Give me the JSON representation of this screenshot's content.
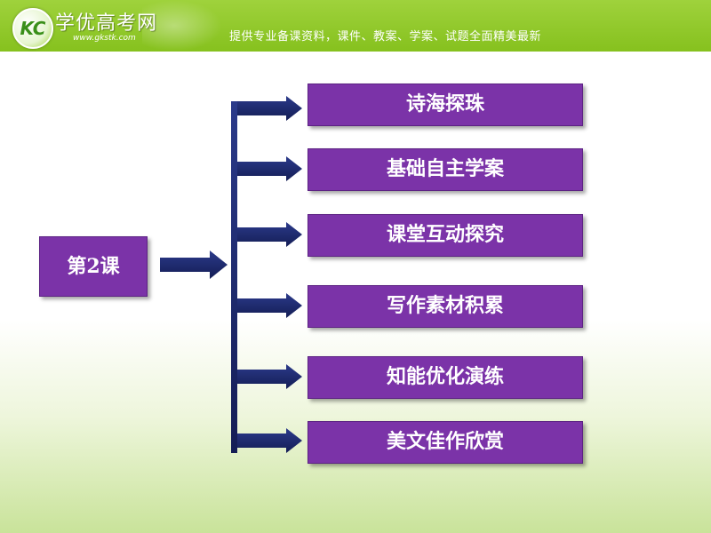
{
  "header": {
    "logo_mark": "KC",
    "site_name": "学优高考网",
    "site_url": "www.gkstk.com",
    "slogan": "提供专业备课资料，课件、教案、学案、试题全面精美最新"
  },
  "lesson": {
    "label": "第2课"
  },
  "menu": {
    "items": [
      {
        "label": "诗海探珠"
      },
      {
        "label": "基础自主学案"
      },
      {
        "label": "课堂互动探究"
      },
      {
        "label": "写作素材积累"
      },
      {
        "label": "知能优化演练"
      },
      {
        "label": "美文佳作欣赏"
      }
    ]
  },
  "colors": {
    "header_green": "#8cc63f",
    "button_purple": "#7b33a8",
    "connector_navy": "#1f2a6b"
  },
  "icons": {
    "logo": "kc-logo-icon",
    "arrow": "right-arrow-icon"
  }
}
